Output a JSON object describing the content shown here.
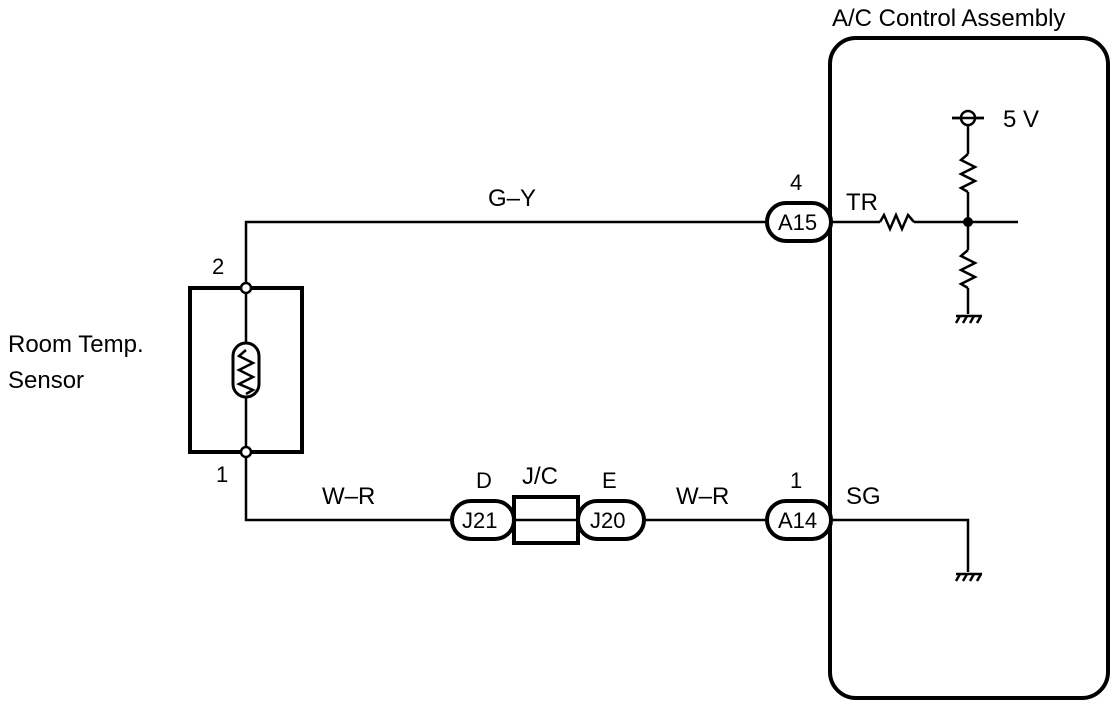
{
  "assembly": {
    "title": "A/C Control Assembly"
  },
  "sensor": {
    "line1": "Room Temp.",
    "line2": "Sensor",
    "pin_top": "2",
    "pin_bottom": "1"
  },
  "wires": {
    "top": "G–Y",
    "bottom_left": "W–R",
    "bottom_right": "W–R"
  },
  "junction": {
    "label": "J/C",
    "left_pin": "D",
    "right_pin": "E",
    "left_connector": "J21",
    "right_connector": "J20"
  },
  "connectors": {
    "a15": {
      "label": "A15",
      "pin": "4",
      "signal": "TR"
    },
    "a14": {
      "label": "A14",
      "pin": "1",
      "signal": "SG"
    }
  },
  "supply": {
    "label": "5 V"
  }
}
